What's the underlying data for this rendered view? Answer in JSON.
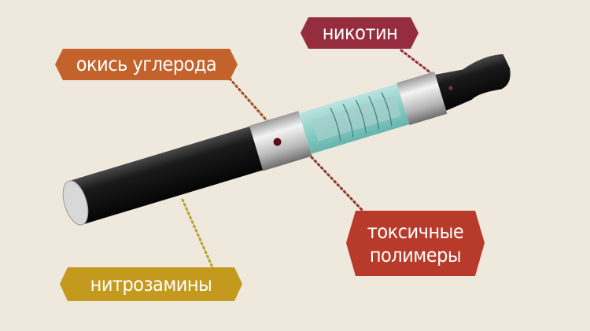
{
  "background_color": "#efe8dc",
  "labels": {
    "nicotine": {
      "text": "никотин",
      "color": "#962d3e"
    },
    "carbon_monoxide": {
      "text": "окись углерода",
      "color": "#c4622b"
    },
    "toxic_polymers": {
      "line1": "токсичные",
      "line2": "полимеры",
      "color": "#b83a2b"
    },
    "nitrosamines": {
      "text": "нитрозамины",
      "color": "#c39a1e"
    }
  }
}
